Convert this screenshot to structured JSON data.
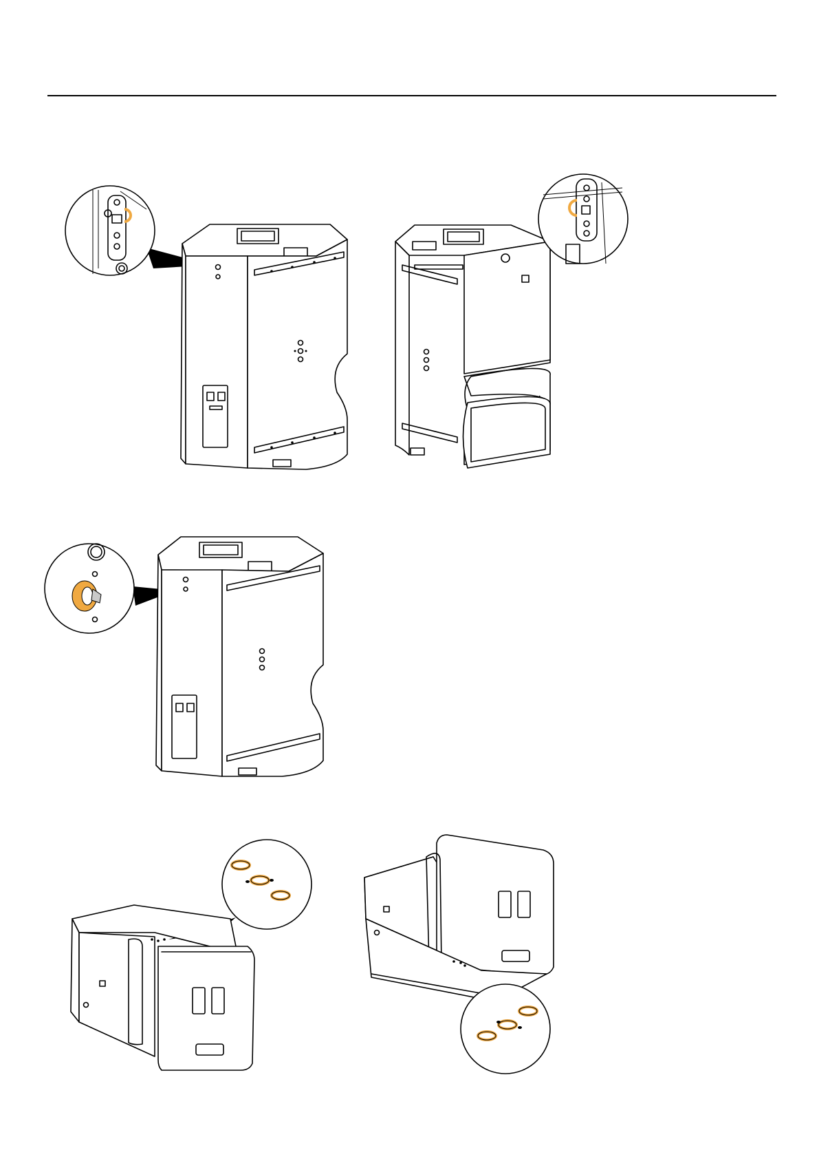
{
  "colors": {
    "line": "#000000",
    "highlight": "#f0a941",
    "paper": "#ffffff"
  },
  "figures": [
    {
      "id": "fig-a",
      "callout_icon": "ring-bushing-icon"
    },
    {
      "id": "fig-b",
      "callout_icon": "ring-bushing-icon"
    },
    {
      "id": "fig-c",
      "callout_icon": "eye-bolt-icon"
    },
    {
      "id": "fig-d",
      "callout_icon": "three-ring-insert-icon"
    },
    {
      "id": "fig-e",
      "callout_icon": "three-ring-insert-icon"
    }
  ]
}
